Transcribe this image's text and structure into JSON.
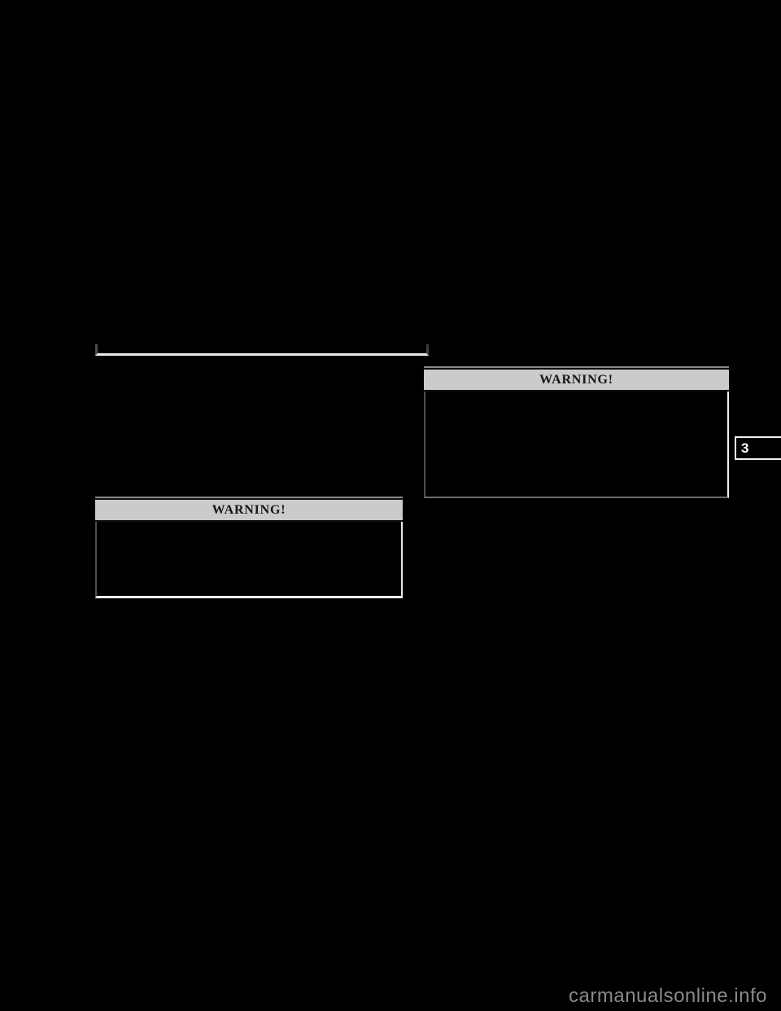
{
  "page": {
    "section_tab_label": "3",
    "watermark_text": "carmanualsonline.info"
  },
  "warning_boxes": {
    "left": {
      "title": "WARNING!"
    },
    "right": {
      "title": "WARNING!"
    }
  },
  "colors": {
    "page_background": "#000000",
    "warning_header_bg": "#cbcbcb",
    "warning_title_text": "#151515",
    "figure_frame_edge": "#eaeaea",
    "tab_border": "#f2f2f2",
    "tab_text": "#ffffff",
    "watermark_text": "#8a8a8a"
  }
}
